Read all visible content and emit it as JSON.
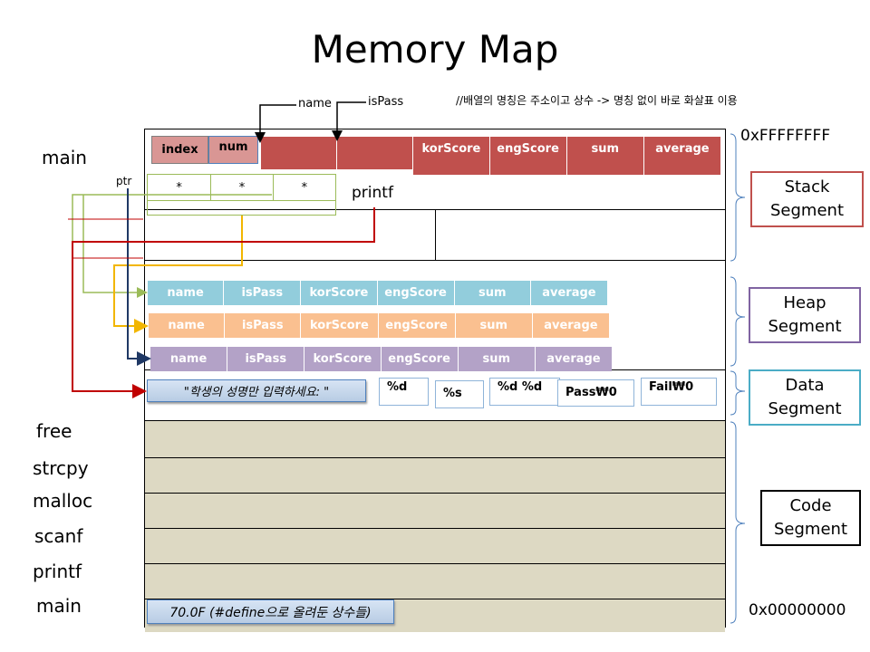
{
  "title": "Memory Map",
  "note": "//배열의 명칭은 주소이고 상수 -> 명칭 없이 바로 화살표 이용",
  "addresses": {
    "top": "0xFFFFFFFF",
    "bottom": "0x00000000"
  },
  "pointer_labels": {
    "name": "name",
    "isPass": "isPass",
    "ptr": "ptr",
    "printf": "printf"
  },
  "left_labels": {
    "main_top": "main",
    "free": "free",
    "strcpy": "strcpy",
    "malloc": "malloc",
    "scanf": "scanf",
    "printf": "printf",
    "main_bottom": "main"
  },
  "stack": {
    "index": "index",
    "num": "num",
    "red_cells": [
      "",
      "",
      "korScore",
      "engScore",
      "sum",
      "average"
    ],
    "ptr_cells": [
      "*",
      "*",
      "*"
    ]
  },
  "heap_rows": [
    [
      "name",
      "isPass",
      "korScore",
      "engScore",
      "sum",
      "average"
    ],
    [
      "name",
      "isPass",
      "korScore",
      "engScore",
      "sum",
      "average"
    ],
    [
      "name",
      "isPass",
      "korScore",
      "engScore",
      "sum",
      "average"
    ]
  ],
  "data_items": {
    "prompt": "\"학생의 성명만 입력하세요: \"",
    "fmt_d": "%d",
    "fmt_s": "%s",
    "fmt_dd": "%d %d",
    "pass": "Pass₩0",
    "fail": "Fail₩0"
  },
  "code_literal": "70.0F (#define으로 올려둔 상수들)",
  "segments": {
    "stack": [
      "Stack",
      "Segment"
    ],
    "heap": [
      "Heap",
      "Segment"
    ],
    "data": [
      "Data",
      "Segment"
    ],
    "code": [
      "Code",
      "Segment"
    ]
  },
  "colors": {
    "stack_red": "#c0504d",
    "heap_blue": "#92cddc",
    "heap_orange": "#fac090",
    "heap_purple": "#b3a2c7",
    "code_fill": "#ddd9c3",
    "stack_border": "#c0504d",
    "heap_border": "#8064a2",
    "data_border": "#4bacc6",
    "code_border": "#000000"
  }
}
